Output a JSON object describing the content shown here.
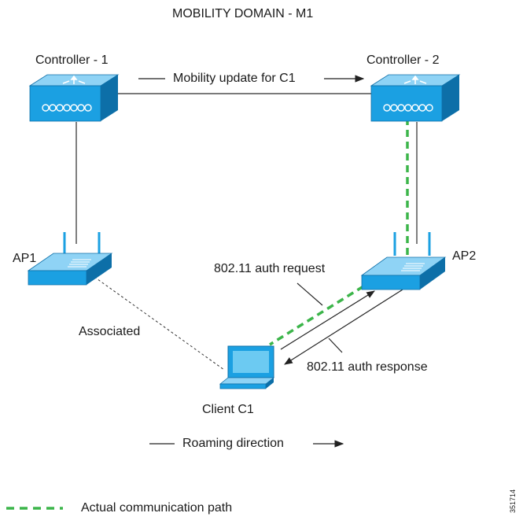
{
  "diagram": {
    "title": "MOBILITY DOMAIN - M1",
    "controller1_label": "Controller - 1",
    "controller2_label": "Controller - 2",
    "mobility_update_label": "Mobility update for C1",
    "ap1_label": "AP1",
    "ap2_label": "AP2",
    "auth_request_label": "802.11 auth request",
    "auth_response_label": "802.11 auth response",
    "associated_label": "Associated",
    "client_label": "Client C1",
    "roaming_label": "Roaming direction",
    "legend_label": "Actual communication path",
    "figure_id": "351714"
  },
  "colors": {
    "device_fill": "#1ba0e2",
    "device_top": "#8fd3f5",
    "device_side": "#0d6fa8",
    "dashed_path": "#3cb54a",
    "line": "#2b2b2b"
  },
  "icons": {
    "controller": "wireless-lan-controller-icon",
    "access_point": "access-point-icon",
    "client": "laptop-icon"
  }
}
